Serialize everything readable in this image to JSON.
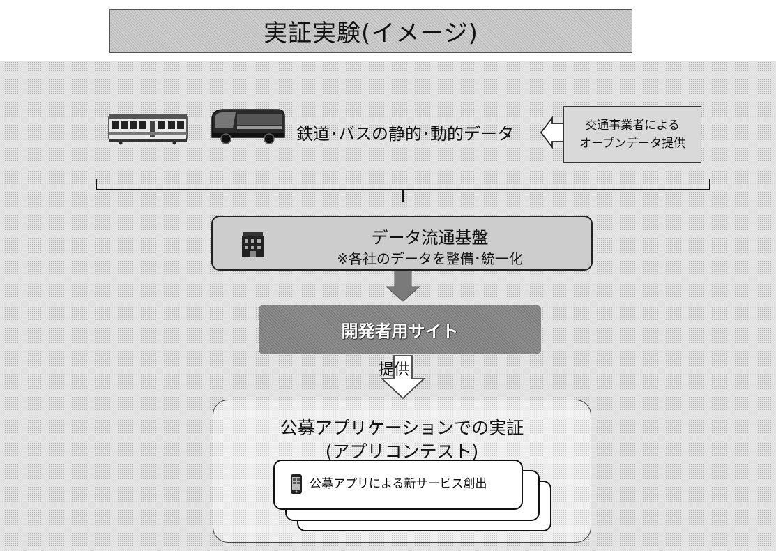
{
  "title": "実証実験(イメージ)",
  "transport": {
    "label": "鉄道･バスの静的･動的データ",
    "train_icon": "train-icon",
    "bus_icon": "bus-icon"
  },
  "provider": {
    "line1": "交通事業者による",
    "line2": "オープンデータ提供"
  },
  "platform": {
    "title": "データ流通基盤",
    "subtitle": "※各社のデータを整備･統一化",
    "icon": "building-icon"
  },
  "dev_site": {
    "label": "開発者用サイト"
  },
  "provide_label": "提供",
  "contest": {
    "title": "公募アプリケーションでの実証",
    "subtitle": "(アプリコンテスト)",
    "card_label": "公募アプリによる新サービス創出",
    "card_icon": "smartphone-icon"
  },
  "colors": {
    "title_fill": "#cfcfcf",
    "dev_site_fill": "#8e8e8e",
    "panel_fill": "#e4e4e4"
  }
}
